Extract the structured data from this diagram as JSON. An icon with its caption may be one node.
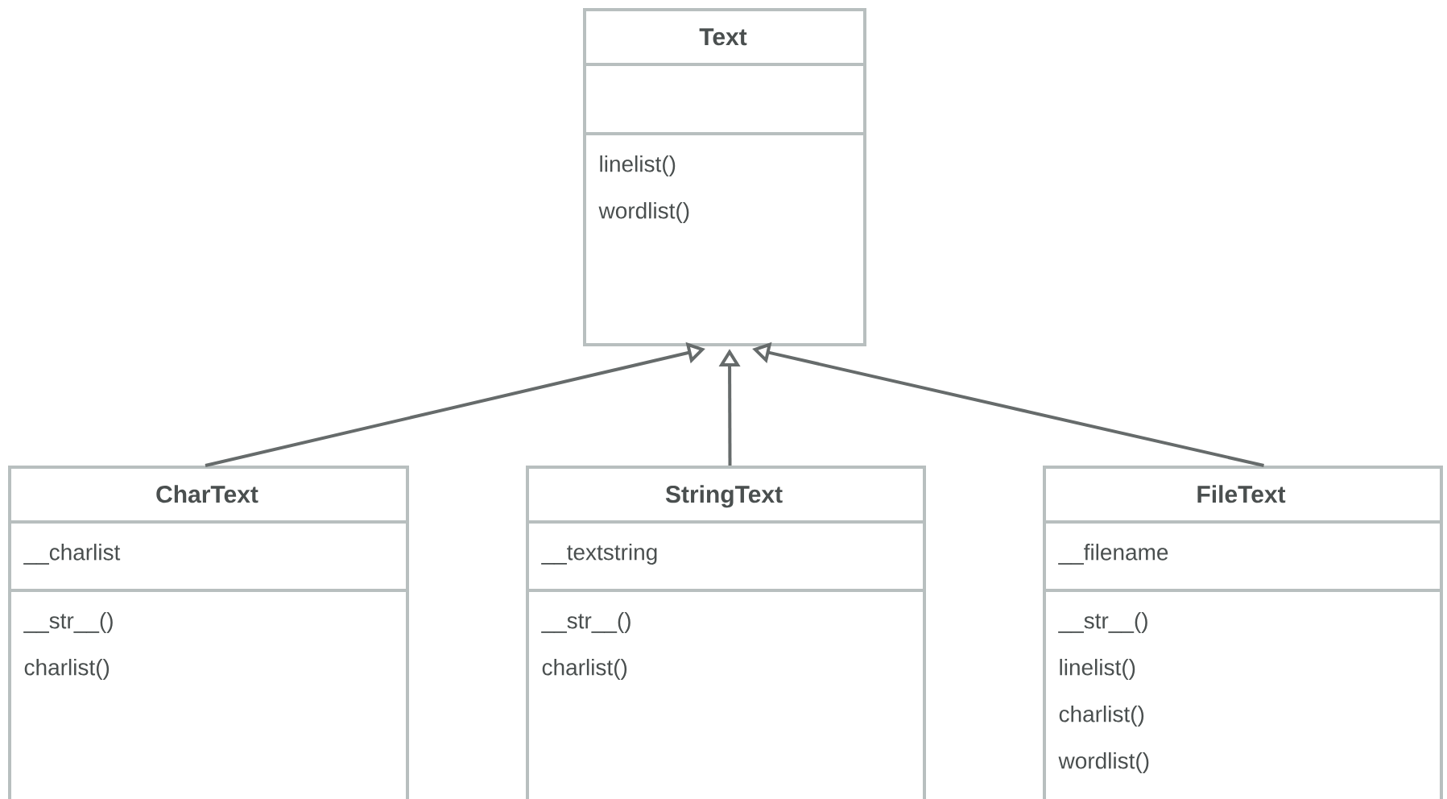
{
  "diagram": {
    "nodes": [
      {
        "text": [
          "Text"
        ]
      },
      {
        "text": [],
        "shape": "box",
        "in": 0
      },
      {
        "text": [
          "linelist()",
          "wordlist()"
        ],
        "in": 0
      },
      {
        "text": [
          "CharText"
        ]
      },
      {
        "text": [
          "__charlist"
        ],
        "in": 3
      },
      {
        "text": [
          "__str__()",
          "charlist()"
        ],
        "in": 3
      },
      {
        "text": [
          "StringText"
        ]
      },
      {
        "text": [
          "__textstring"
        ],
        "in": 6
      },
      {
        "text": [
          "__str__()",
          "charlist()"
        ],
        "in": 6
      },
      {
        "text": [
          "FileText"
        ]
      },
      {
        "text": [
          "__filename"
        ],
        "in": 9
      },
      {
        "text": [
          "__str__()",
          "linelist()",
          "charlist()",
          "wordlist()"
        ],
        "in": 9
      }
    ],
    "edges": [
      {
        "from": 3,
        "to": 0,
        "arrow": "to"
      },
      {
        "from": 6,
        "to": 0,
        "arrow": "to"
      },
      {
        "from": 9,
        "to": 0,
        "arrow": "to"
      }
    ]
  }
}
